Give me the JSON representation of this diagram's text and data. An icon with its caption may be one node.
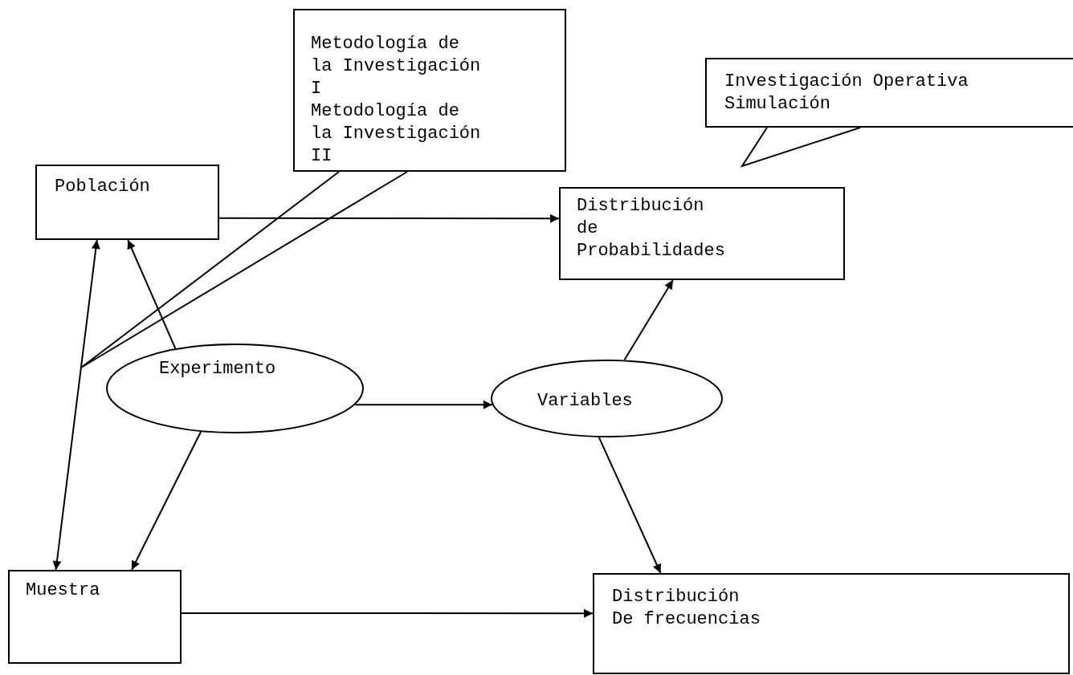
{
  "diagram": {
    "nodes": [
      {
        "text": [
          "Población"
        ]
      },
      {
        "text": [
          "Metodología de la Investigación I",
          "Metodología de la Investigación II"
        ]
      },
      {
        "text": [
          "Investigación Operativa",
          "Simulación"
        ]
      },
      {
        "text": [
          "Distribución de Probabilidades"
        ]
      },
      {
        "text": [
          "Experimento"
        ]
      },
      {
        "text": [
          "Variables"
        ]
      },
      {
        "text": [
          "Muestra"
        ]
      },
      {
        "text": [
          "Distribución De frecuencias"
        ]
      }
    ],
    "edges": [
      {
        "from": 0,
        "to": 3,
        "arrow": "to"
      },
      {
        "from": 4,
        "to": 0,
        "arrow": "to"
      },
      {
        "from": 0,
        "to": 6,
        "arrow": "both"
      },
      {
        "from": 4,
        "to": 6,
        "arrow": "to"
      },
      {
        "from": 4,
        "to": 5,
        "arrow": "to"
      },
      {
        "from": 5,
        "to": 3,
        "arrow": "to"
      },
      {
        "from": 5,
        "to": 7,
        "arrow": "to"
      },
      {
        "from": 6,
        "to": 7,
        "arrow": "to"
      }
    ]
  }
}
